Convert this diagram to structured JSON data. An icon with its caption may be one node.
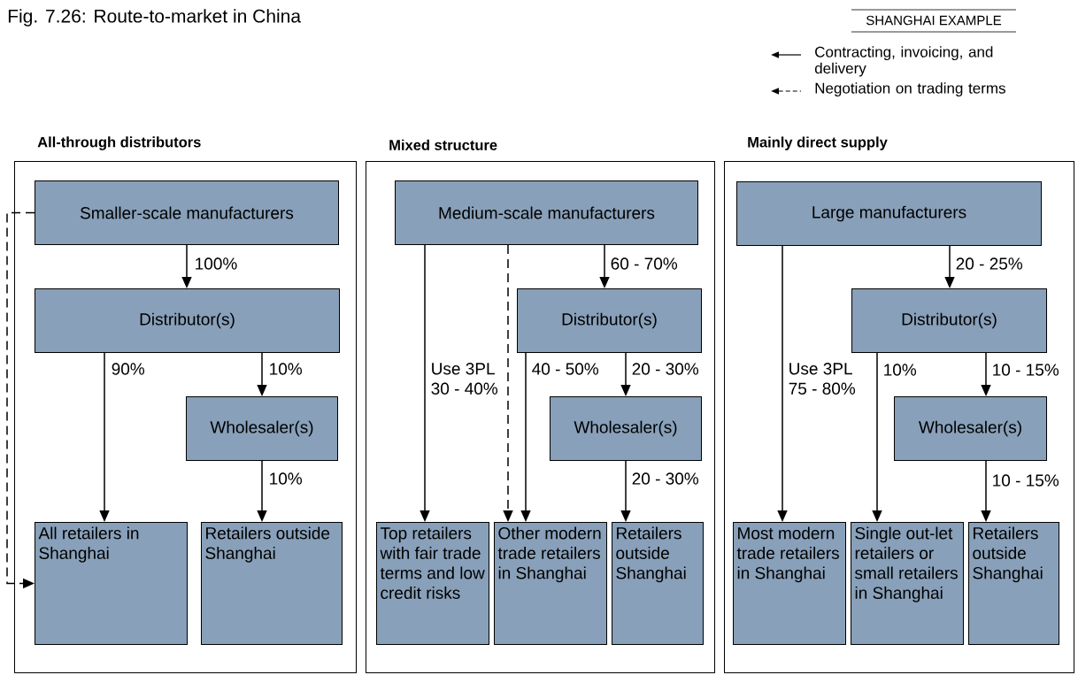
{
  "diagram": {
    "title": "Fig. 7.26: Route-to-market in China",
    "nodes": [
      {
        "text": [
          "All-through distributors"
        ]
      },
      {
        "text": [
          "Smaller-scale manufacturers"
        ],
        "in": 0
      },
      {
        "text": [
          "Distributor(s)"
        ],
        "in": 0
      },
      {
        "text": [
          "Wholesaler(s)"
        ],
        "in": 0
      },
      {
        "text": [
          "All retailers in Shanghai"
        ],
        "in": 0
      },
      {
        "text": [
          "Retailers outside Shanghai"
        ],
        "in": 0
      },
      {
        "text": [
          "Mixed structure"
        ]
      },
      {
        "text": [
          "Medium-scale manufacturers"
        ],
        "in": 6
      },
      {
        "text": [
          "Distributor(s)"
        ],
        "in": 6
      },
      {
        "text": [
          "Wholesaler(s)"
        ],
        "in": 6
      },
      {
        "text": [
          "Top retailers with fair trade terms and low credit risks"
        ],
        "in": 6
      },
      {
        "text": [
          "Other modern trade retailers in Shanghai"
        ],
        "in": 6
      },
      {
        "text": [
          "Retailers outside Shanghai"
        ],
        "in": 6
      },
      {
        "text": [
          "Mainly direct supply"
        ]
      },
      {
        "text": [
          "Large manufacturers"
        ],
        "in": 13
      },
      {
        "text": [
          "Distributor(s)"
        ],
        "in": 13
      },
      {
        "text": [
          "Wholesaler(s)"
        ],
        "in": 13
      },
      {
        "text": [
          "Most modern trade retailers in Shanghai"
        ],
        "in": 13
      },
      {
        "text": [
          "Single out-let retailers or small retailers in Shanghai"
        ],
        "in": 13
      },
      {
        "text": [
          "Retailers outside Shanghai"
        ],
        "in": 13
      }
    ],
    "edges": [
      {
        "from": 1,
        "to": 2,
        "arrow": "to",
        "label": "100%"
      },
      {
        "from": 2,
        "to": 4,
        "arrow": "to",
        "label": "90%"
      },
      {
        "from": 2,
        "to": 3,
        "arrow": "to",
        "label": "10%"
      },
      {
        "from": 3,
        "to": 5,
        "arrow": "to",
        "label": "10%"
      },
      {
        "from": 1,
        "to": 4,
        "arrow": "to",
        "style": "dashed"
      },
      {
        "from": 7,
        "to": 10,
        "arrow": "to",
        "label": "Use 3PL 30 - 40%"
      },
      {
        "from": 7,
        "to": 11,
        "arrow": "to",
        "style": "dashed"
      },
      {
        "from": 7,
        "to": 8,
        "arrow": "to",
        "label": "60 - 70%"
      },
      {
        "from": 8,
        "to": 11,
        "arrow": "to",
        "label": "40 - 50%"
      },
      {
        "from": 8,
        "to": 9,
        "arrow": "to",
        "label": "20 - 30%"
      },
      {
        "from": 9,
        "to": 12,
        "arrow": "to",
        "label": "20 - 30%"
      },
      {
        "from": 14,
        "to": 17,
        "arrow": "to",
        "label": "Use 3PL 75 - 80%"
      },
      {
        "from": 14,
        "to": 15,
        "arrow": "to",
        "label": "20 - 25%"
      },
      {
        "from": 15,
        "to": 18,
        "arrow": "to",
        "label": "10%"
      },
      {
        "from": 15,
        "to": 16,
        "arrow": "to",
        "label": "10 - 15%"
      },
      {
        "from": 16,
        "to": 19,
        "arrow": "to",
        "label": "10 - 15%"
      }
    ],
    "labels": [
      "SHANGHAI EXAMPLE"
    ],
    "legend": [
      {
        "text": "Contracting, invoicing, and delivery"
      },
      {
        "text": "Negotiation on trading terms"
      }
    ]
  }
}
